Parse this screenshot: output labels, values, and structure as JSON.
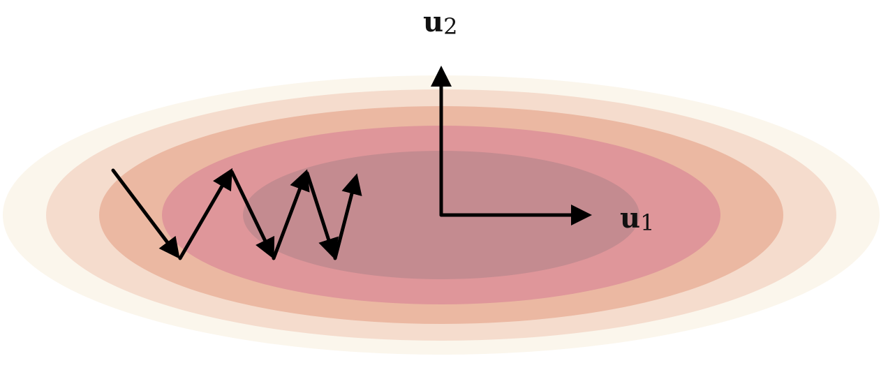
{
  "diagram": {
    "colors": {
      "background": "#ffffff",
      "ring_outer": "#fbf6ec",
      "ring_2": "#f5dccd",
      "ring_3": "#ebb8a2",
      "ring_4": "#df969a",
      "ring_inner": "#c48b90",
      "arrow": "#000000"
    },
    "axes": {
      "u1": {
        "base": "u",
        "sub": "1"
      },
      "u2": {
        "base": "u",
        "sub": "2"
      }
    }
  }
}
